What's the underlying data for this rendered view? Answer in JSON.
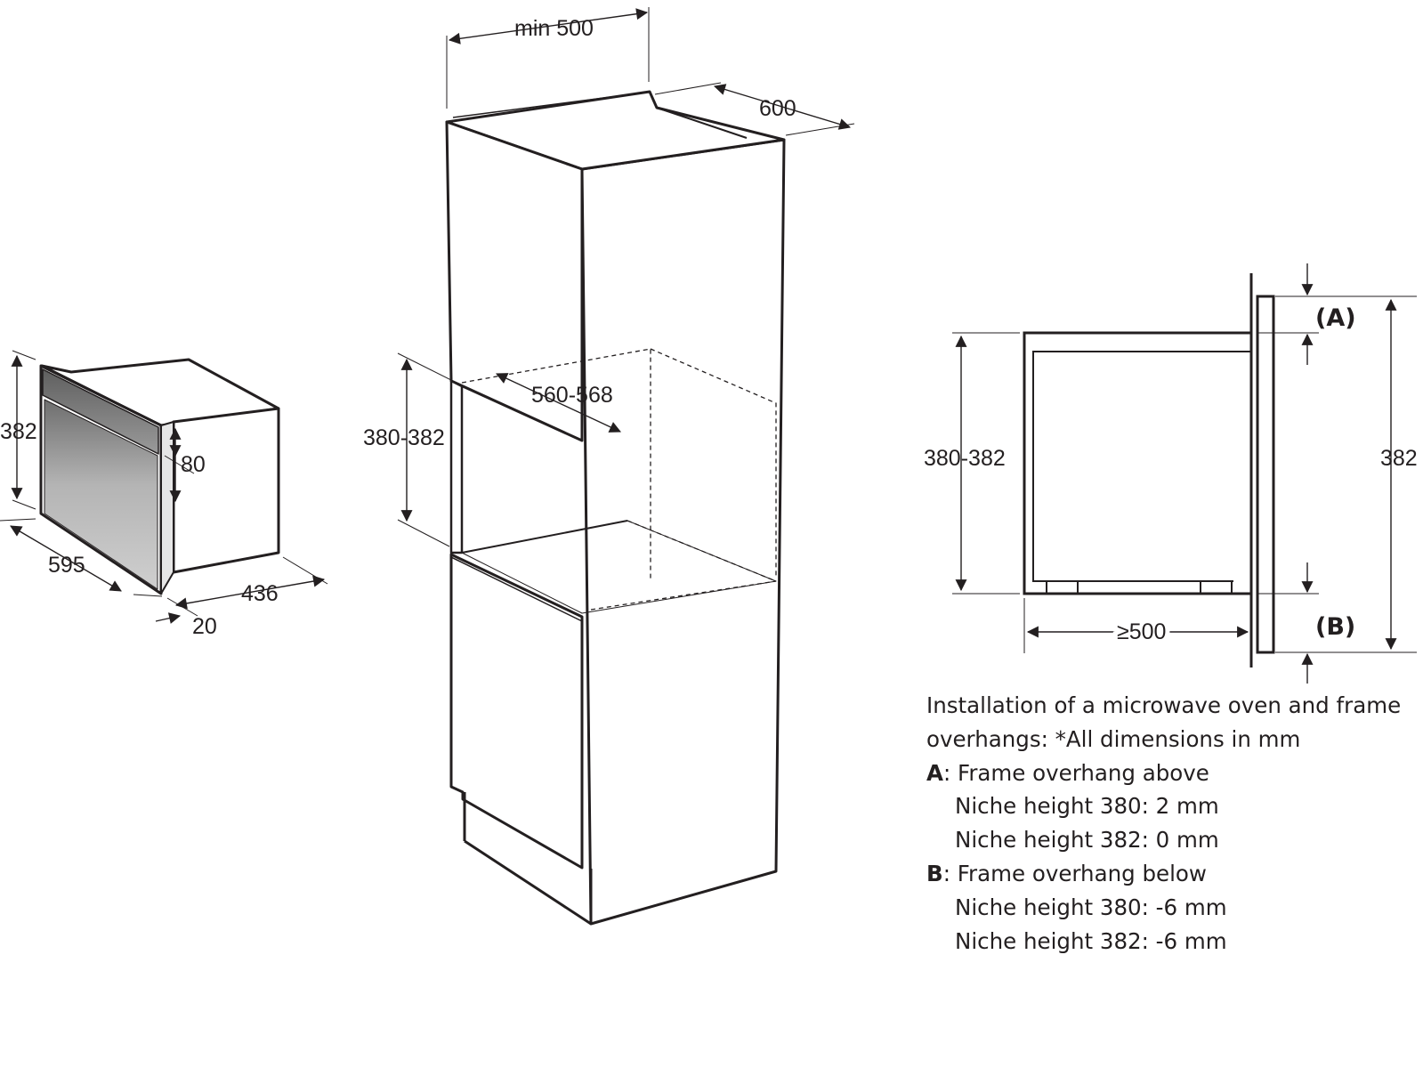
{
  "oven_view": {
    "height": "382",
    "width": "595",
    "depth": "436",
    "panel_height": "80",
    "front_thickness": "20"
  },
  "cabinet_view": {
    "min_width": "min 500",
    "cabinet_depth": "600",
    "niche_depth": "560-568",
    "niche_height": "380-382"
  },
  "section_view": {
    "niche_height": "380-382",
    "frame_height": "382",
    "min_depth": "≥500",
    "label_a": "(A)",
    "label_b": "(B)"
  },
  "notes": {
    "intro_line1": "Installation of a microwave oven and frame",
    "intro_line2": "overhangs: *All dimensions in mm",
    "a_key": "A",
    "a_text": ": Frame overhang above",
    "a_line1": "Niche height 380: 2 mm",
    "a_line2": "Niche height 382: 0 mm",
    "b_key": "B",
    "b_text": ": Frame overhang below",
    "b_line1": "Niche height 380: -6 mm",
    "b_line2": "Niche height 382: -6 mm"
  }
}
